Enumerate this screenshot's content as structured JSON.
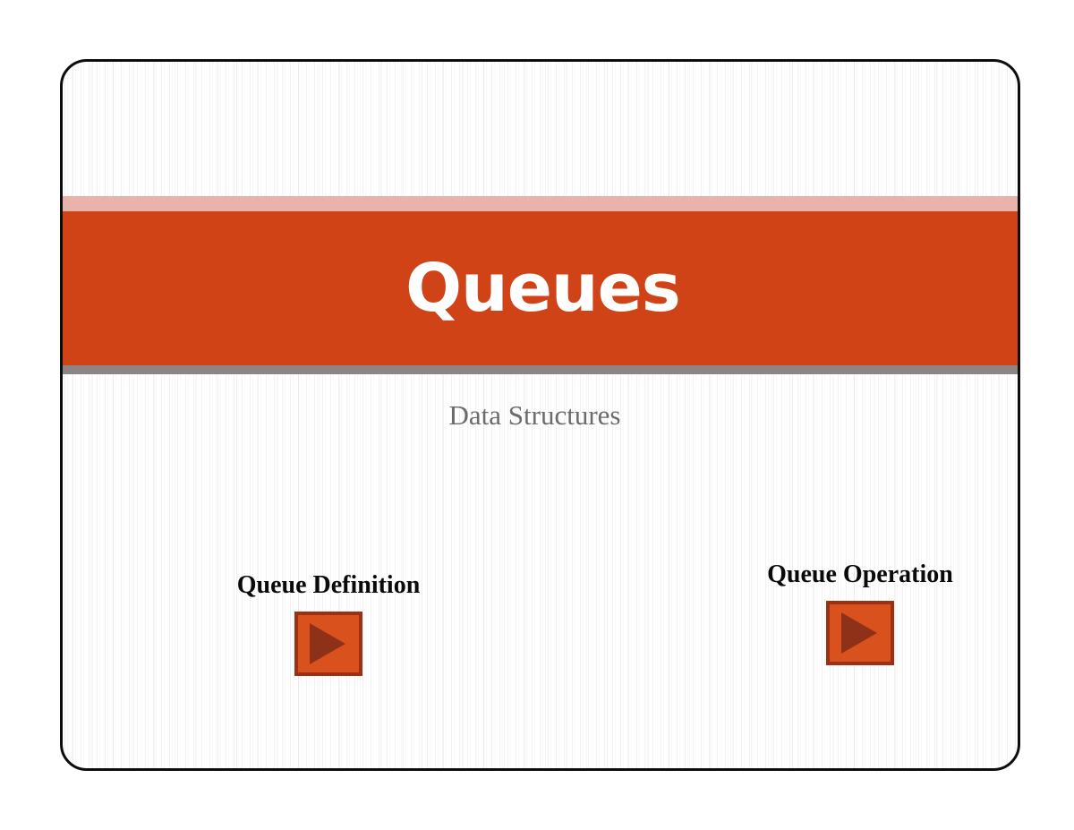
{
  "slide": {
    "title": "Queues",
    "subtitle": "Data Structures",
    "links": [
      {
        "label": "Queue Definition",
        "icon": "play-icon"
      },
      {
        "label": "Queue Operation",
        "icon": "play-icon"
      }
    ],
    "colors": {
      "band_accent_top": "#e7b3ab",
      "band_main": "#cf4317",
      "band_accent_bottom": "#8d8585",
      "title_text": "#ffffff",
      "subtitle_text": "#6b6b6b",
      "link_text": "#0a0a0a",
      "button_fill": "#d9521e",
      "button_border": "#9d2f12",
      "button_glyph": "#8f3119",
      "slide_border": "#0d0d0d",
      "background": "#ffffff"
    }
  }
}
